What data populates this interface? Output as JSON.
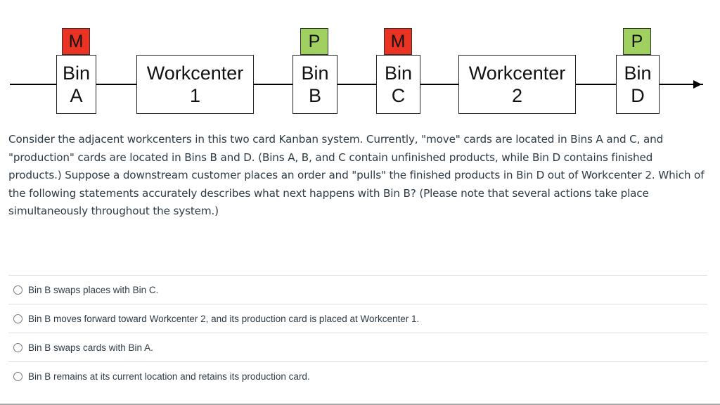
{
  "diagram": {
    "bins": [
      {
        "label": "Bin",
        "id": "A",
        "card": "M",
        "card_type": "move"
      },
      {
        "label": "Bin",
        "id": "B",
        "card": "P",
        "card_type": "production"
      },
      {
        "label": "Bin",
        "id": "C",
        "card": "M",
        "card_type": "move"
      },
      {
        "label": "Bin",
        "id": "D",
        "card": "P",
        "card_type": "production"
      }
    ],
    "workcenters": [
      {
        "label": "Workcenter",
        "number": "1"
      },
      {
        "label": "Workcenter",
        "number": "2"
      }
    ],
    "colors": {
      "move_card": "#ea3323",
      "production_card": "#9fd060"
    }
  },
  "question": {
    "text": "Consider the adjacent workcenters in this two card Kanban system. Currently, \"move\" cards are located in Bins A and C, and \"production\" cards are located in Bins B and D.  (Bins A, B, and C contain unfinished products, while Bin D contains finished products.)  Suppose a downstream customer places an order and \"pulls\" the finished products in Bin D out of Workcenter 2.  Which of the following statements accurately describes what next happens with Bin B?  (Please note that several actions take place simultaneously throughout the system.)"
  },
  "answers": [
    {
      "label": "Bin B swaps places with Bin C."
    },
    {
      "label": "Bin B moves forward toward Workcenter 2, and its production card is placed at Workcenter 1."
    },
    {
      "label": "Bin B swaps cards with Bin A."
    },
    {
      "label": "Bin B remains at its current location and retains its production card."
    }
  ]
}
